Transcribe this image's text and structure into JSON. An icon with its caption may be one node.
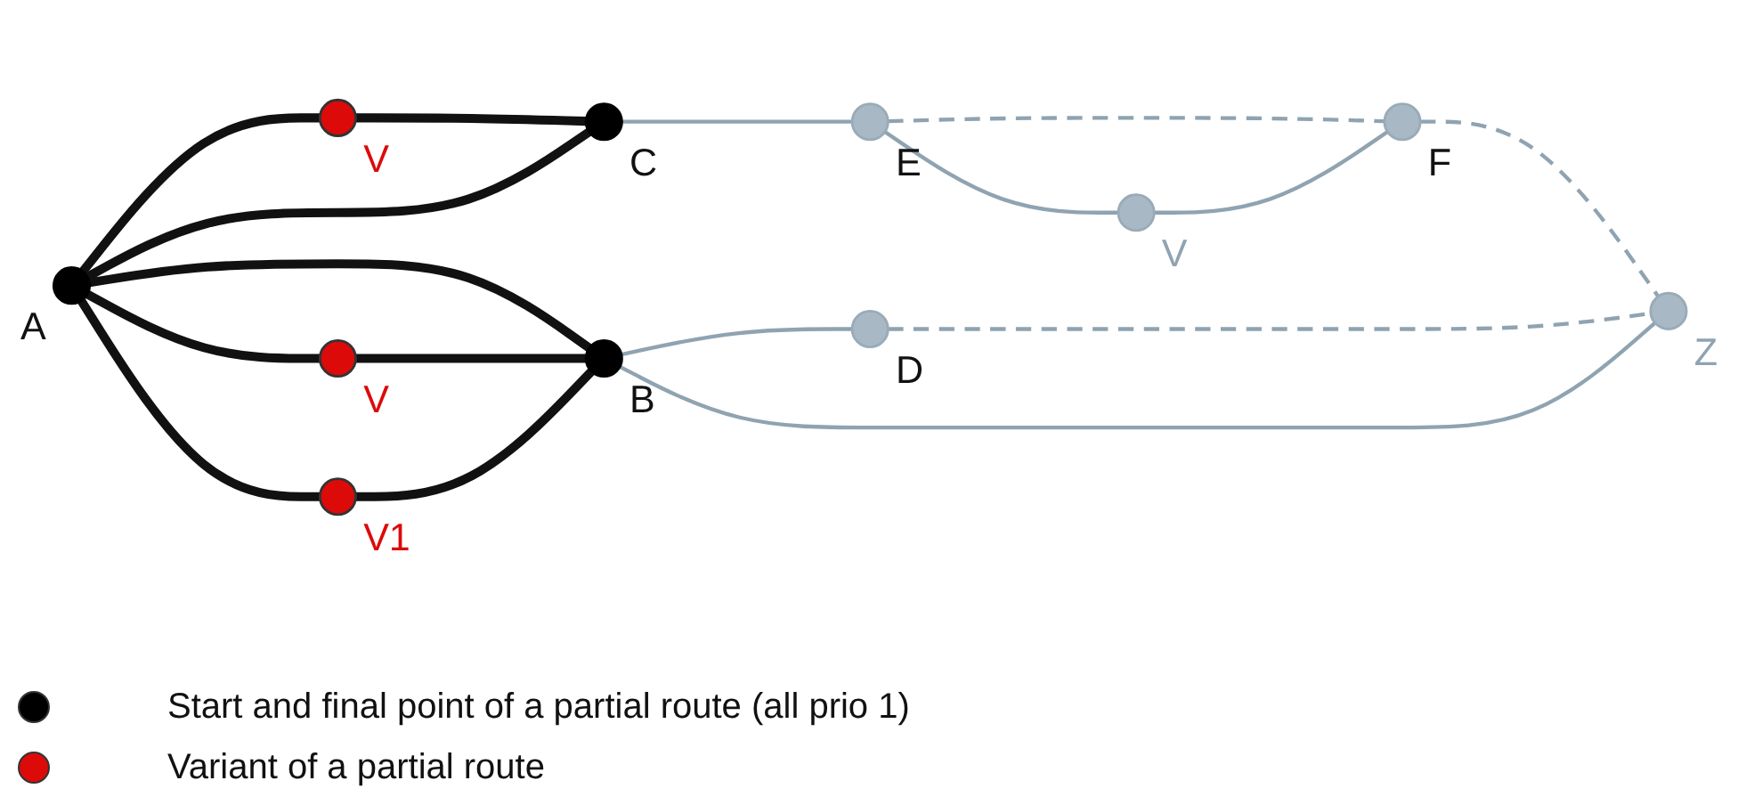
{
  "diagram": {
    "nodes": [
      {
        "text": [],
        "shape": "circle",
        "beside": [
          "V"
        ]
      },
      {
        "text": [],
        "shape": "circle",
        "beside": [
          "C"
        ]
      },
      {
        "text": [],
        "shape": "circle",
        "beside": [
          "E"
        ]
      },
      {
        "text": [],
        "shape": "circle",
        "beside": [
          "F"
        ]
      },
      {
        "text": [],
        "shape": "circle",
        "beside": [
          "V"
        ]
      },
      {
        "text": [],
        "shape": "circle",
        "beside": [
          "Z"
        ]
      },
      {
        "text": [],
        "shape": "circle",
        "beside": [
          "A"
        ]
      },
      {
        "text": [],
        "shape": "circle",
        "beside": [
          "B"
        ]
      },
      {
        "text": [],
        "shape": "circle",
        "beside": [
          "D"
        ]
      },
      {
        "text": [],
        "shape": "circle",
        "beside": [
          "V"
        ]
      },
      {
        "text": [],
        "shape": "circle",
        "beside": [
          "V1"
        ]
      }
    ],
    "edges": [
      {
        "from": 6,
        "to": 0,
        "arrow": "none",
        "style": "thick",
        "color": "#111111"
      },
      {
        "from": 0,
        "to": 1,
        "arrow": "none",
        "style": "thick",
        "color": "#111111"
      },
      {
        "from": 6,
        "to": 1,
        "arrow": "none",
        "style": "thick",
        "color": "#111111"
      },
      {
        "from": 6,
        "to": 7,
        "arrow": "none",
        "style": "thick",
        "color": "#111111"
      },
      {
        "from": 6,
        "to": 9,
        "arrow": "none",
        "style": "thick",
        "color": "#111111"
      },
      {
        "from": 9,
        "to": 7,
        "arrow": "none",
        "style": "thick",
        "color": "#111111"
      },
      {
        "from": 6,
        "to": 10,
        "arrow": "none",
        "style": "thick",
        "color": "#111111"
      },
      {
        "from": 10,
        "to": 7,
        "arrow": "none",
        "style": "thick",
        "color": "#111111"
      },
      {
        "from": 1,
        "to": 2,
        "arrow": "none",
        "color": "#8fa3b1"
      },
      {
        "from": 2,
        "to": 3,
        "arrow": "none",
        "style": "dashed",
        "color": "#8fa3b1"
      },
      {
        "from": 2,
        "to": 4,
        "arrow": "none",
        "color": "#8fa3b1"
      },
      {
        "from": 4,
        "to": 3,
        "arrow": "none",
        "color": "#8fa3b1"
      },
      {
        "from": 3,
        "to": 5,
        "arrow": "none",
        "style": "dashed",
        "color": "#8fa3b1"
      },
      {
        "from": 7,
        "to": 8,
        "arrow": "none",
        "color": "#8fa3b1"
      },
      {
        "from": 8,
        "to": 5,
        "arrow": "none",
        "style": "dashed",
        "color": "#8fa3b1"
      },
      {
        "from": 7,
        "to": 5,
        "arrow": "none",
        "color": "#8fa3b1"
      }
    ],
    "legend": [
      {
        "text": "Start and final point of a partial route (all prio 1)",
        "color": "#000000"
      },
      {
        "text": "Variant of a partial route",
        "color": "#dd0a0a"
      }
    ]
  }
}
